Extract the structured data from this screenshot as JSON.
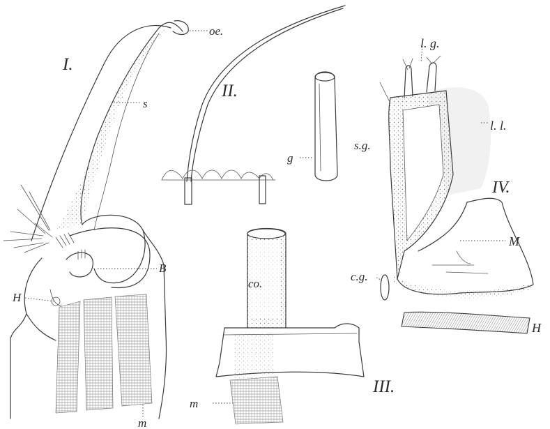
{
  "figure": {
    "labels": {
      "fig1": "I.",
      "fig2": "II.",
      "fig3": "III.",
      "fig4": "IV.",
      "oe": "oe.",
      "s": "s",
      "B": "B",
      "H1": "H",
      "m1": "m",
      "g": "g",
      "co": "co.",
      "m2": "m",
      "lg": "l. g.",
      "ll": "l. l.",
      "sg": "s.g.",
      "M": "M",
      "cg": "c.g.",
      "H2": "H"
    },
    "colors": {
      "ink": "#3a3a3a",
      "paper": "#ffffff",
      "stipple": "#8a8a8a"
    }
  }
}
